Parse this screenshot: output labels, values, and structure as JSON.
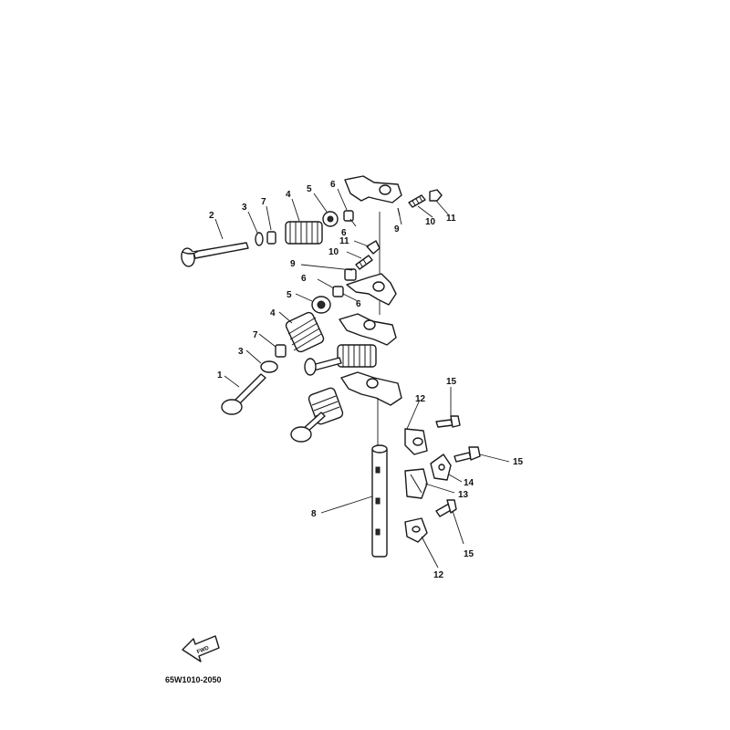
{
  "callouts": [
    {
      "id": "c1",
      "label": "1"
    },
    {
      "id": "c2",
      "label": "2"
    },
    {
      "id": "c3a",
      "label": "3"
    },
    {
      "id": "c3b",
      "label": "3"
    },
    {
      "id": "c4a",
      "label": "4"
    },
    {
      "id": "c4b",
      "label": "4"
    },
    {
      "id": "c5a",
      "label": "5"
    },
    {
      "id": "c5b",
      "label": "5"
    },
    {
      "id": "c6a",
      "label": "6"
    },
    {
      "id": "c6b",
      "label": "6"
    },
    {
      "id": "c6c",
      "label": "6"
    },
    {
      "id": "c6d",
      "label": "6"
    },
    {
      "id": "c7a",
      "label": "7"
    },
    {
      "id": "c7b",
      "label": "7"
    },
    {
      "id": "c8",
      "label": "8"
    },
    {
      "id": "c9a",
      "label": "9"
    },
    {
      "id": "c9b",
      "label": "9"
    },
    {
      "id": "c10a",
      "label": "10"
    },
    {
      "id": "c10b",
      "label": "10"
    },
    {
      "id": "c11a",
      "label": "11"
    },
    {
      "id": "c11b",
      "label": "11"
    },
    {
      "id": "c12a",
      "label": "12"
    },
    {
      "id": "c12b",
      "label": "12"
    },
    {
      "id": "c13",
      "label": "13"
    },
    {
      "id": "c14",
      "label": "14"
    },
    {
      "id": "c15a",
      "label": "15"
    },
    {
      "id": "c15b",
      "label": "15"
    },
    {
      "id": "c15c",
      "label": "15"
    }
  ],
  "fwd_label": "FWD",
  "diagram_code": "65W1010-2050"
}
